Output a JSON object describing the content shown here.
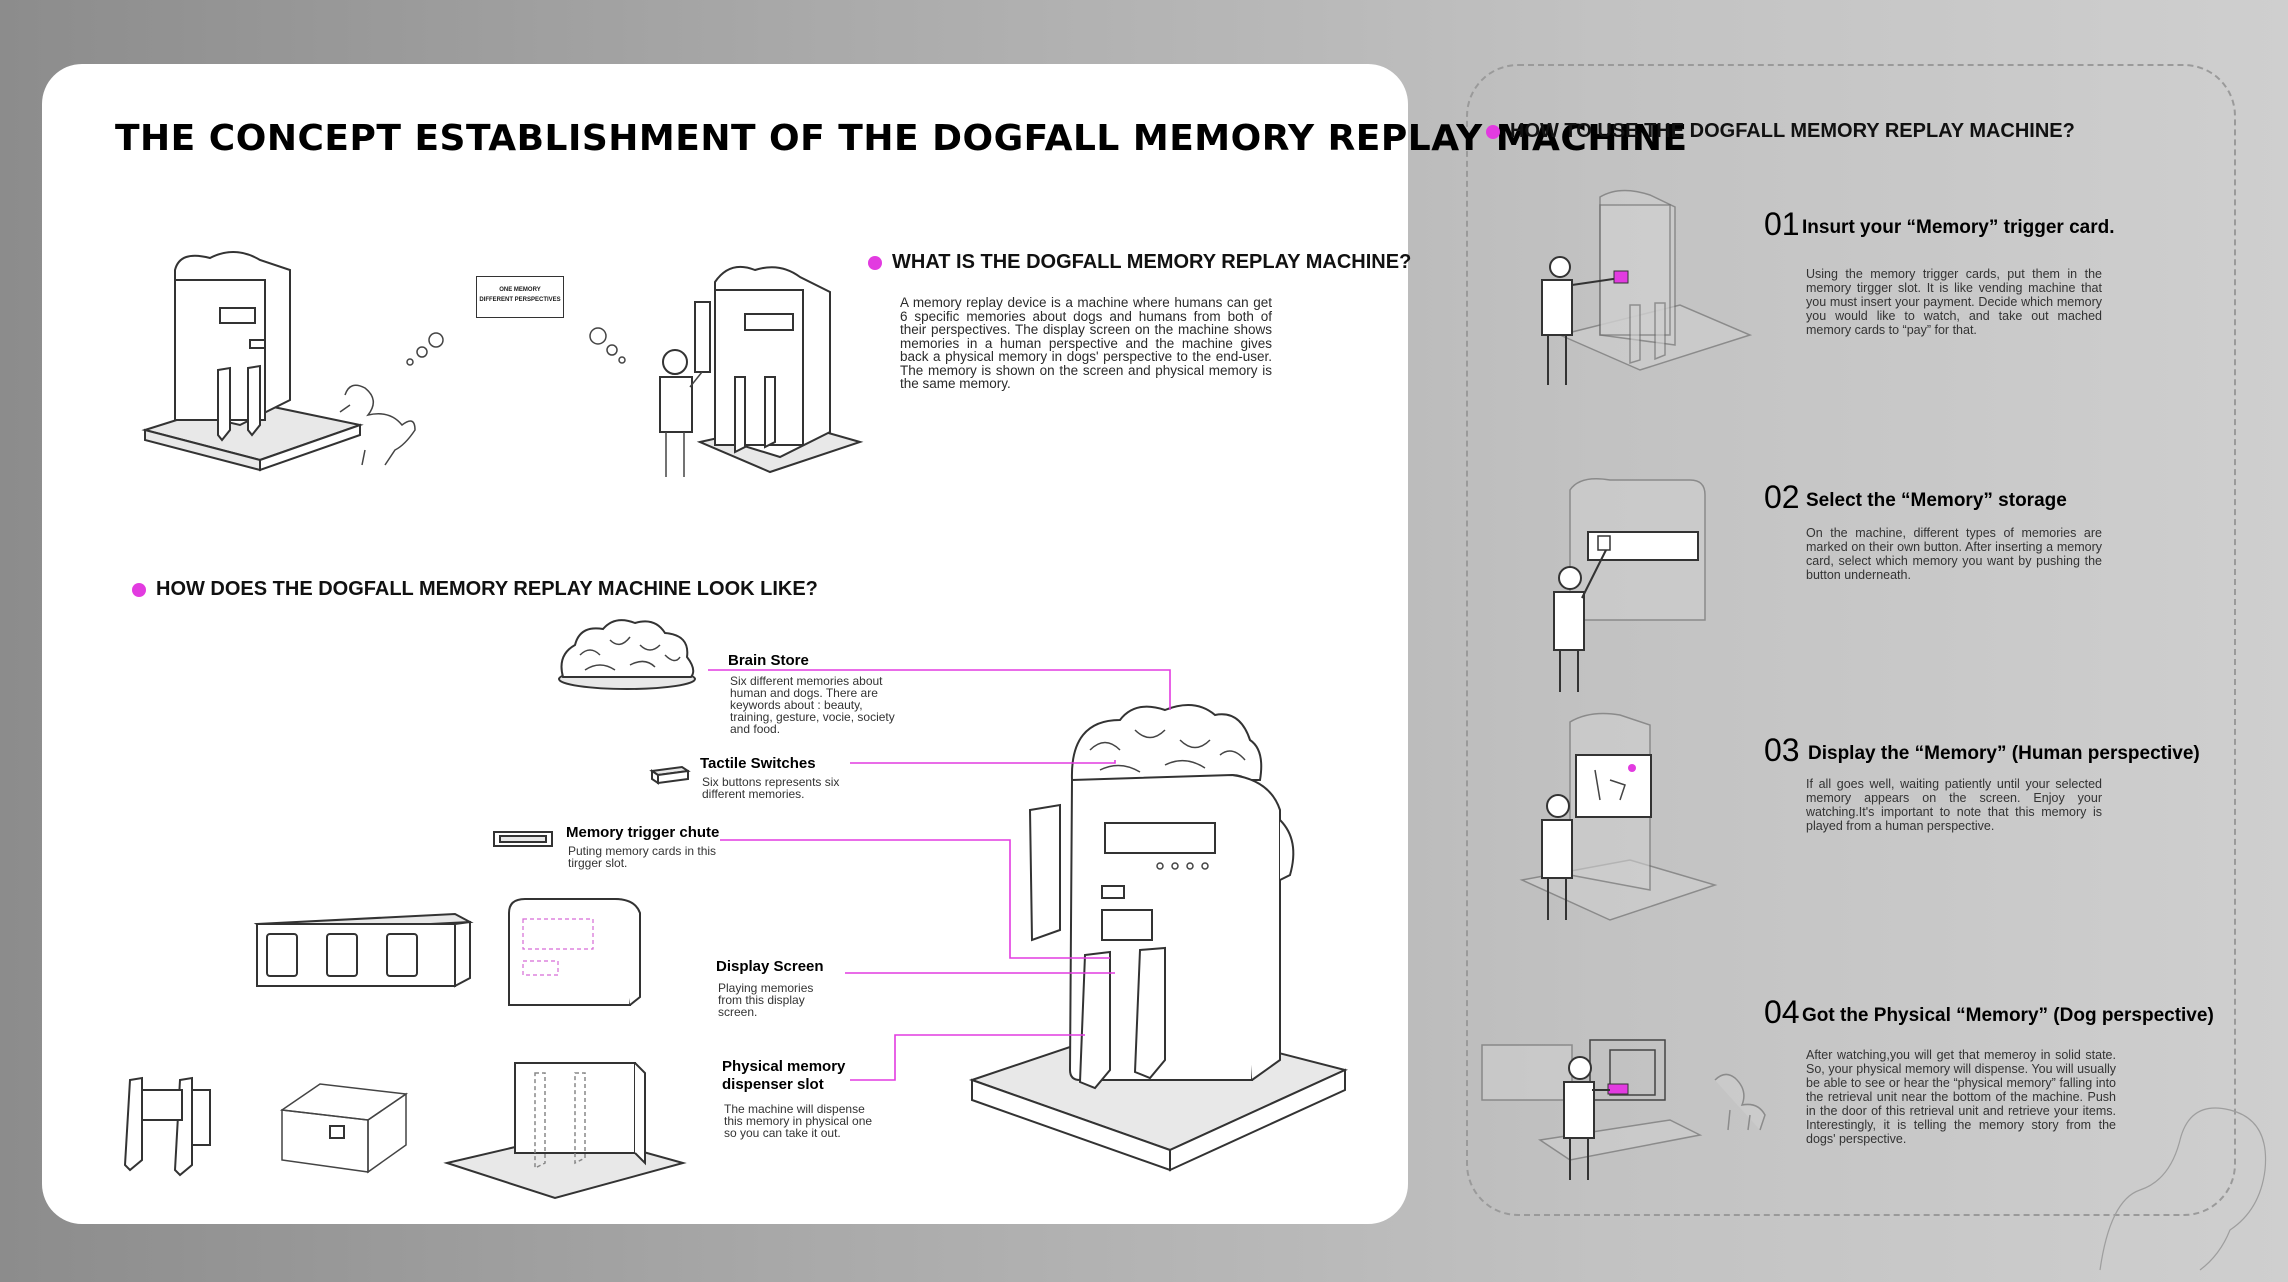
{
  "title": "THE CONCEPT ESTABLISHMENT OF THE DOGFALL MEMORY REPLAY MACHINE",
  "what": {
    "heading": "WHAT IS THE DOGFALL MEMORY REPLAY MACHINE?",
    "body": "A memory replay device is a machine where humans can get 6 specific memories about dogs and humans from both of their perspectives. The display screen on the machine shows memories in a human perspective and the machine gives back a physical memory in dogs' perspective to the end-user. The memory is shown on the screen and physical memory is the same memory.",
    "bubble_line1": "ONE MEMORY",
    "bubble_line2": "DIFFERENT PERSPECTIVES"
  },
  "look": {
    "heading": "HOW DOES THE DOGFALL MEMORY REPLAY MACHINE LOOK LIKE?",
    "parts": [
      {
        "title": "Brain Store",
        "desc": "Six  different memories about human and dogs. There are keywords about : beauty, training, gesture, vocie, society and food."
      },
      {
        "title": "Tactile Switches",
        "desc": "Six buttons represents six different memories."
      },
      {
        "title": "Memory trigger chute",
        "desc": "Puting memory cards in this tirgger slot."
      },
      {
        "title": "Display Screen",
        "desc": "Playing memories from this display screen."
      },
      {
        "title": "Physical memory dispenser slot",
        "desc": "The machine will dispense this memory in physical one so you can take it out."
      }
    ]
  },
  "howto": {
    "heading": "HOW TO USE THE DOGFALL MEMORY REPLAY MACHINE?",
    "steps": [
      {
        "num": "01",
        "title": "Insurt your  “Memory” trigger card.",
        "desc": "Using the memory trigger cards, put them in the memory tirgger slot. It is like vending machine that you must insert your payment. Decide which memory you would like to watch, and take out mached memory cards to “pay” for that."
      },
      {
        "num": "02",
        "title": "Select the “Memory” storage",
        "desc": "On the machine, different types of memories are marked on their own button. After inserting a memory card, select which memory you want by pushing the button underneath."
      },
      {
        "num": "03",
        "title": "Display the “Memory” (Human perspective)",
        "desc": "If all goes well, waiting patiently until your selected memory appears on the screen. Enjoy your watching.It's important to note that this memory is played from a human perspective."
      },
      {
        "num": "04",
        "title": "Got the Physical “Memory” (Dog perspective)",
        "desc": "After watching,you will get that memeroy in solid state. So, your physical memory will dispense. You will usually be able to see or hear the “physical memory” falling into the retrieval unit near the bottom of the machine. Push in the door of this retrieval unit and retrieve your items. Interestingly, it is telling the memory story from the dogs' perspective."
      }
    ]
  },
  "colors": {
    "accent": "#e23be0",
    "panel": "#ffffff"
  }
}
